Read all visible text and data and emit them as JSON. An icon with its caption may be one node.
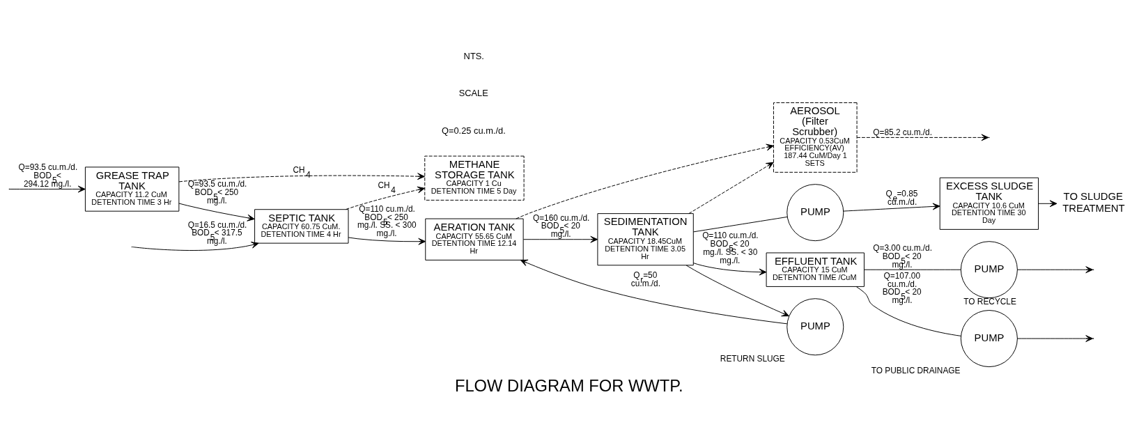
{
  "diagram": {
    "title": "FLOW DIAGRAM FOR WWTP.",
    "nodes": [
      {
        "text": [
          "GREASE TRAP TANK",
          "CAPACITY 11.2 CuM DETENTION TIME 3 Hr"
        ]
      },
      {
        "text": [
          "SEPTIC TANK",
          "CAPACITY 60.75 CuM. DETENTION TIME 4 Hr"
        ]
      },
      {
        "text": [
          "METHANE STORAGE TANK",
          "CAPACITY 1 Cu DETENTION TIME 5 Day"
        ]
      },
      {
        "text": [
          "AERATION TANK",
          "CAPACITY 55.65 CuM DETENTION TIME 12.14 Hr"
        ]
      },
      {
        "text": [
          "SEDIMENTATION TANK",
          "CAPACITY 18.45CuM DETENTION TIME 3.05 Hr"
        ]
      },
      {
        "text": [
          "AEROSOL (Filter Scrubber)",
          "CAPACITY 0.53CuM EFFICIENCY(AV) 187.44 CuM/Day 1 SETS"
        ]
      },
      {
        "text": [
          "EFFLUENT TANK",
          "CAPACITY 15 CuM DETENTION TIME /CuM"
        ]
      },
      {
        "text": [
          "PUMP"
        ],
        "beside": [
          "RETURN SLUGE"
        ]
      },
      {
        "text": [
          "PUMP"
        ]
      },
      {
        "text": [
          "EXCESS SLUDGE TANK",
          "CAPACITY 10.6 CuM DETENTION TIME 30 Day"
        ]
      },
      {
        "text": [
          "PUMP"
        ],
        "beside": [
          "TO RECYCLE"
        ]
      },
      {
        "text": [
          "PUMP"
        ],
        "beside": [
          "TO PUBLIC DRAINAGE"
        ]
      },
      {
        "text": [
          "TO SLUDGE TREATMENT"
        ]
      }
    ],
    "edges": [
      {
        "from": null,
        "to": 0,
        "arrow": "to",
        "label": "Q=93.5 cu.m./d. BOD$_{5}$< 294.12 mg./l."
      },
      {
        "from": null,
        "to": 1,
        "arrow": "to",
        "label": "Q=16.5 cu.m./d. BOD$_{5}$< 317.5 mg./l."
      },
      {
        "from": 0,
        "to": 1,
        "arrow": "to",
        "label": "Q=93.5 cu.m./d. BOD$_{5}$< 250 mg./l."
      },
      {
        "from": 0,
        "to": 2,
        "arrow": "to",
        "style": "dashed",
        "label": "CH$_{4}$"
      },
      {
        "from": 1,
        "to": 2,
        "arrow": "to",
        "style": "dashed",
        "label": "CH$_{4}$"
      },
      {
        "from": 1,
        "to": 3,
        "arrow": "to",
        "label": "Q=110 cu.m./d. BOD$_{5}$< 250 mg./l. SS. < 300 mg./l."
      },
      {
        "from": 3,
        "to": 5,
        "arrow": "to",
        "style": "dashed"
      },
      {
        "from": 4,
        "to": 5,
        "arrow": "to",
        "style": "dashed"
      },
      {
        "from": 5,
        "to": null,
        "arrow": "to",
        "style": "dashed",
        "label": "Q=85.2 cu.m./d."
      },
      {
        "from": 3,
        "to": 4,
        "arrow": "to",
        "label": "Q=160 cu.m./d. BOD$_{5}$< 20 mg./l."
      },
      {
        "from": 4,
        "to": 7,
        "arrow": "to"
      },
      {
        "from": 7,
        "to": 3,
        "arrow": "to",
        "label": "Q$_{r}$=50 cu.m./d."
      },
      {
        "from": 4,
        "to": 8,
        "arrow": "none"
      },
      {
        "from": 8,
        "to": 9,
        "arrow": "to",
        "label": "Q$_{e}$=0.85 cu.m./d."
      },
      {
        "from": 9,
        "to": 12,
        "arrow": "to"
      },
      {
        "from": 4,
        "to": 6,
        "arrow": "to",
        "label": "Q=110 cu.m./d. BOD$_{5}$< 20 mg./l. SS. < 30 mg./l."
      },
      {
        "from": 6,
        "to": 10,
        "arrow": "none",
        "label": "Q=3.00 cu.m./d. BOD$_{5}$< 20 mg./l."
      },
      {
        "from": 10,
        "to": null,
        "arrow": "to"
      },
      {
        "from": 6,
        "to": 11,
        "arrow": "none",
        "label": "Q=107.00 cu.m./d. BOD$_{5}$< 20 mg./l."
      },
      {
        "from": 11,
        "to": null,
        "arrow": "to"
      }
    ],
    "labels": [
      "Q=0.25 cu.m./d.",
      "SCALE",
      "NTS."
    ]
  }
}
